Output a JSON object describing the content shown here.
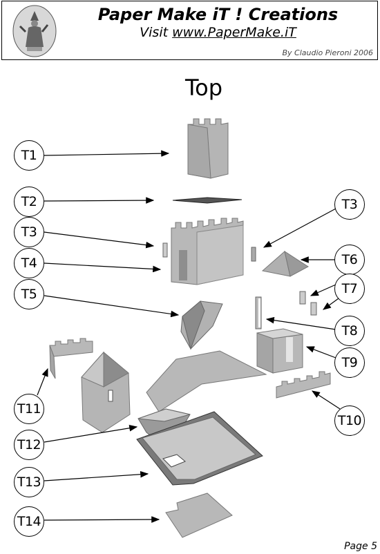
{
  "header": {
    "title": "Paper Make iT ! Creations",
    "visit_prefix": "Visit ",
    "visit_url": "www.PaperMake.iT",
    "author": "By Claudio Pieroni 2006"
  },
  "page_title": "Top",
  "footer": "Page 5",
  "labels": [
    "T1",
    "T2",
    "T3",
    "T3",
    "T4",
    "T5",
    "T6",
    "T7",
    "T8",
    "T9",
    "T10",
    "T11",
    "T12",
    "T13",
    "T14"
  ]
}
